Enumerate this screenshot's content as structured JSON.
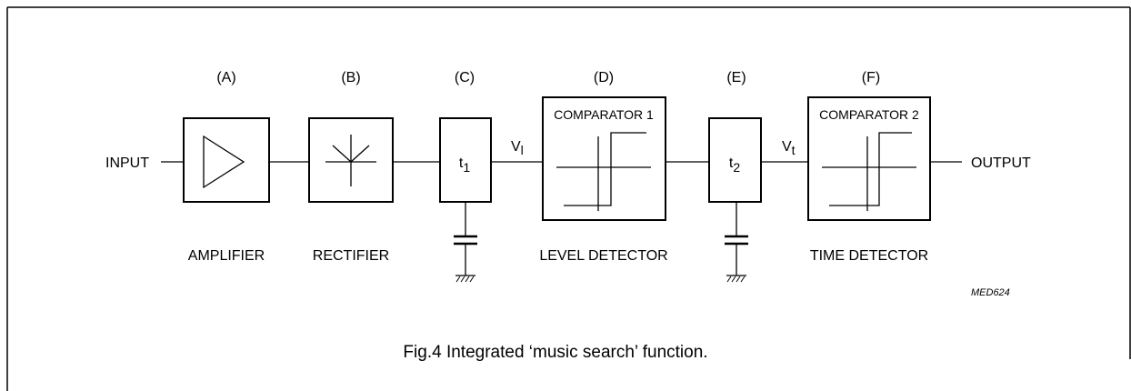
{
  "figure": {
    "caption": "Fig.4  Integrated ‘music search’ function.",
    "code": "MED624"
  },
  "signals": {
    "input": "INPUT",
    "output": "OUTPUT",
    "v_level": {
      "base": "V",
      "sub": "l"
    },
    "v_time": {
      "base": "V",
      "sub": "t"
    }
  },
  "blocks": {
    "a": {
      "letter": "(A)",
      "name": "AMPLIFIER",
      "symbol": "amplifier-triangle-icon"
    },
    "b": {
      "letter": "(B)",
      "name": "RECTIFIER",
      "symbol": "rectifier-icon"
    },
    "c": {
      "letter": "(C)",
      "inner": {
        "base": "t",
        "sub": "1"
      }
    },
    "d": {
      "letter": "(D)",
      "name": "LEVEL DETECTOR",
      "inner": "COMPARATOR 1",
      "symbol": "hysteresis-curve-icon"
    },
    "e": {
      "letter": "(E)",
      "inner": {
        "base": "t",
        "sub": "2"
      }
    },
    "f": {
      "letter": "(F)",
      "name": "TIME DETECTOR",
      "inner": "COMPARATOR 2",
      "symbol": "hysteresis-curve-icon"
    }
  }
}
